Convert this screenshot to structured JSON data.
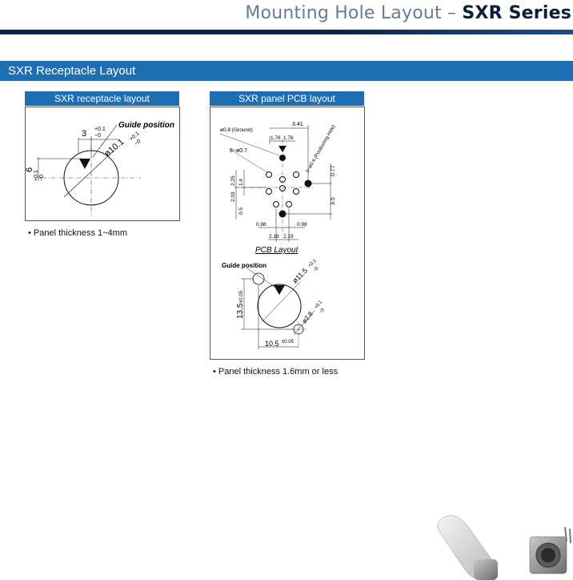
{
  "header": {
    "title_light": "Mounting Hole Layout –",
    "title_bold": "SXR Series"
  },
  "section": {
    "title": "SXR Receptacle Layout"
  },
  "left_panel": {
    "heading": "SXR receptacle layout",
    "labels": {
      "guide": "Guide position",
      "width_dim": "3",
      "width_tol_plus": "+0.1",
      "width_tol_minus": "−0",
      "height_dim": "6",
      "height_tol_plus": "+0.1",
      "height_tol_minus": "−0",
      "dia_dim": "ø10.1",
      "dia_tol_plus": "+0.1",
      "dia_tol_minus": "−0"
    },
    "note": "• Panel thickness 1~4mm"
  },
  "right_panel": {
    "heading": "SXR panel PCB layout",
    "pcb_labels": {
      "ground": "ø0.8 (Ground)",
      "holes": "8−ø0.7",
      "positioning": "2−ø0.9 (Positioning Hole)",
      "d341": "3.41",
      "d176a": "1.76",
      "d176b": "1.76",
      "d077": "0.77",
      "d35": "3.5",
      "d225": "2.25",
      "d14": "1.4",
      "d203": "2.03",
      "d05": "0.5",
      "d098a": "0.98",
      "d098b": "0.98",
      "d219a": "2.19",
      "d219b": "2.19",
      "pcb_caption": "PCB Layout"
    },
    "panel_labels": {
      "guide": "Guide position",
      "d115": "ø11.5",
      "d115_tol_plus": "+0.1",
      "d115_tol_minus": "−0",
      "d28": "ø2.8",
      "d28_tol_plus": "+0.1",
      "d28_tol_minus": "−0",
      "d135": "13.5",
      "d135_tol": "±0.05",
      "d105": "10.5",
      "d105_tol": "±0.05"
    },
    "note": "• Panel thickness 1.6mm or less"
  }
}
